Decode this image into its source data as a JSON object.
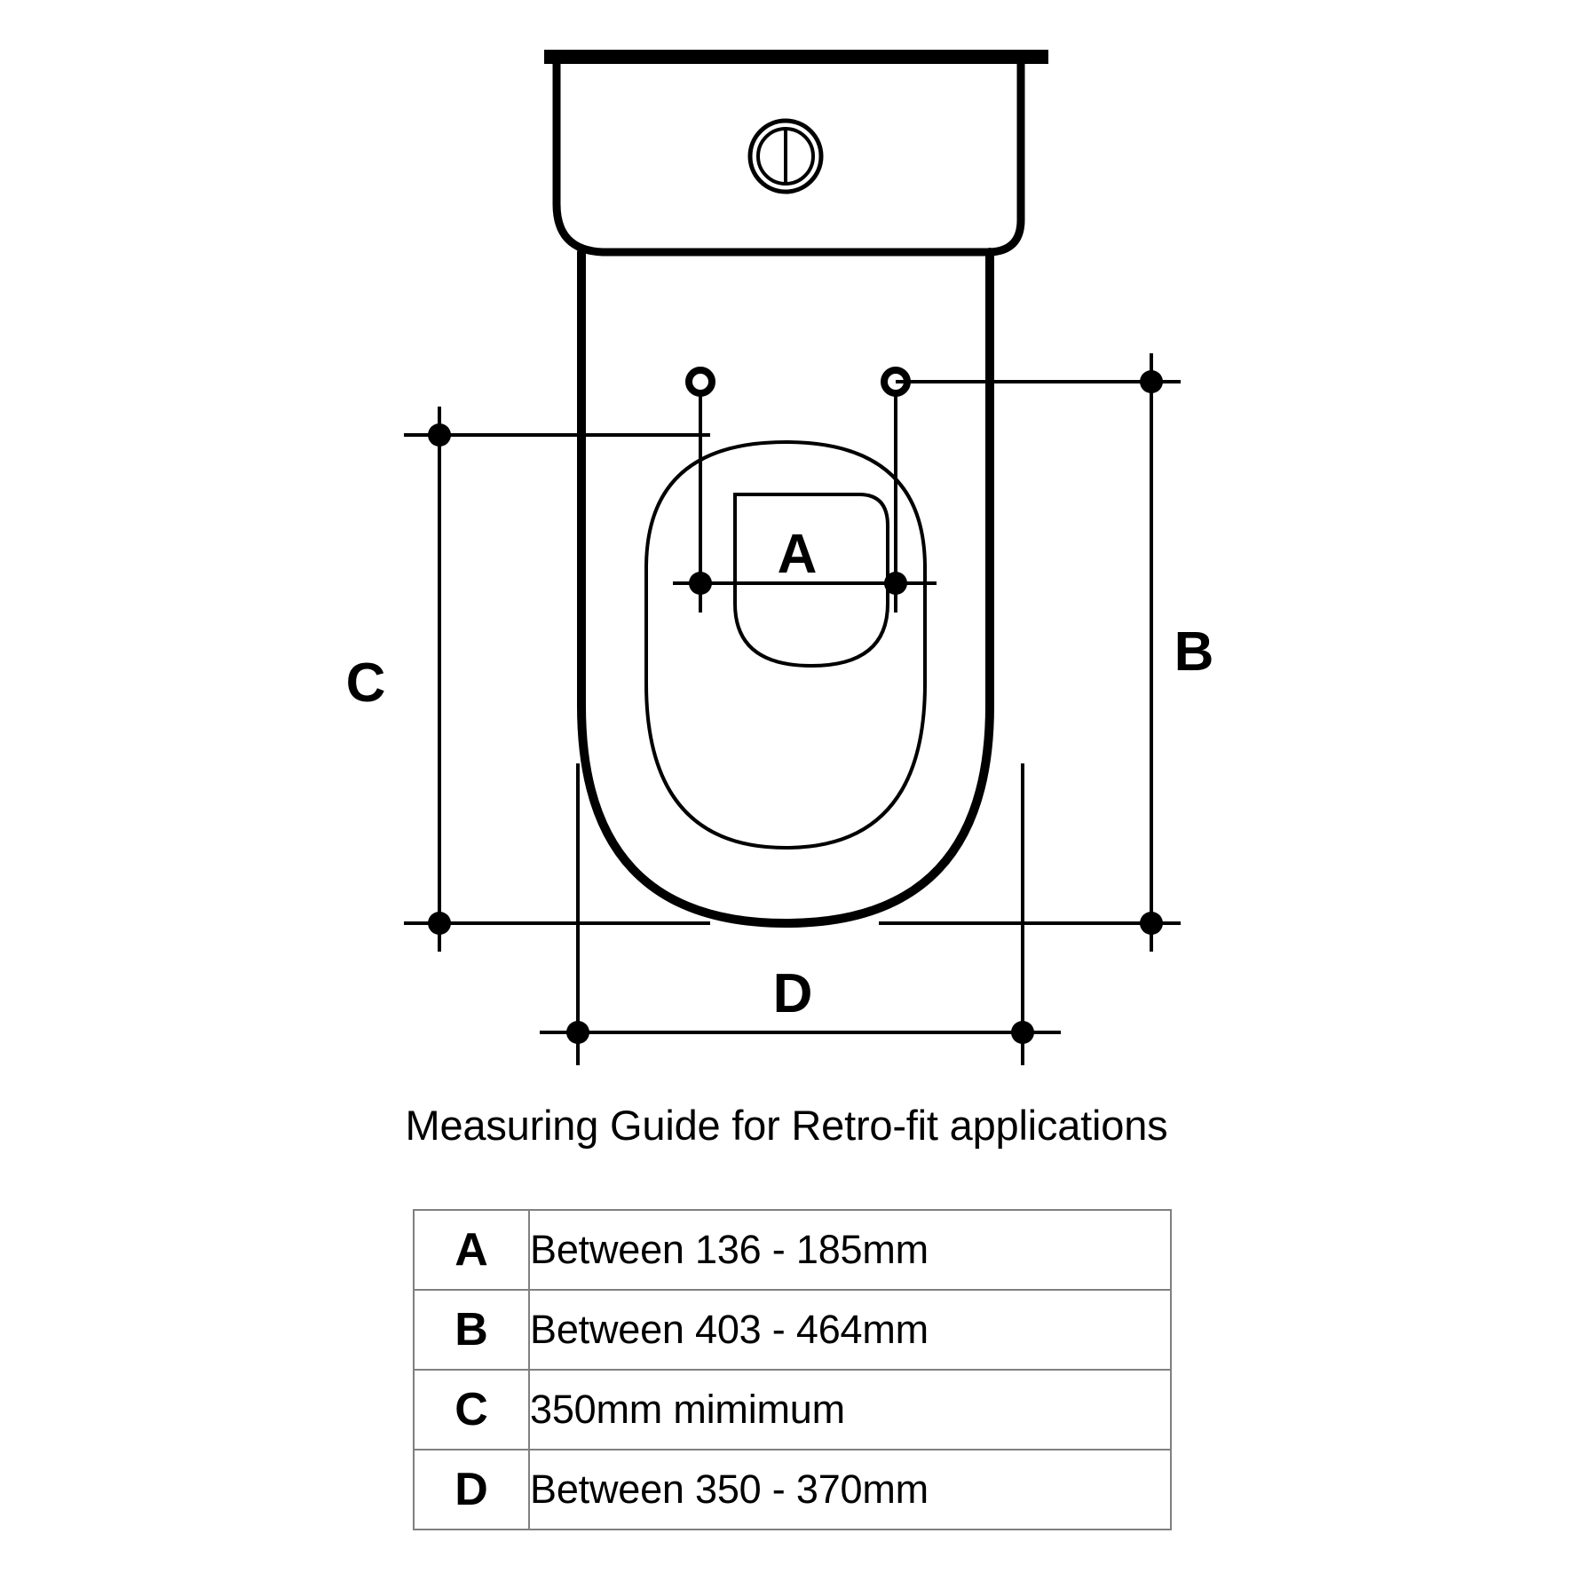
{
  "caption": "Measuring Guide for Retro-fit applications",
  "diagram": {
    "title": "toilet-pan-plan-view-measuring-diagram",
    "dimension_labels": {
      "a": "A",
      "b": "B",
      "c": "C",
      "d": "D"
    },
    "parts": {
      "cistern": "cistern-top-view",
      "flush_button": "dual-flush-button",
      "pan": "toilet-pan-outline",
      "seat_ring": "seat-ring-outline",
      "bowl_opening": "bowl-opening-outline",
      "fixing_hole_left": "seat-fixing-hole-left",
      "fixing_hole_right": "seat-fixing-hole-right"
    },
    "colors": {
      "line": "#000000",
      "table_border": "#808080",
      "background": "#ffffff"
    }
  },
  "table": {
    "columns": [
      "key",
      "value"
    ],
    "rows": [
      {
        "key": "A",
        "value": "Between 136 - 185mm"
      },
      {
        "key": "B",
        "value": "Between 403 - 464mm"
      },
      {
        "key": "C",
        "value": "350mm mimimum"
      },
      {
        "key": "D",
        "value": "Between 350 - 370mm"
      }
    ]
  }
}
